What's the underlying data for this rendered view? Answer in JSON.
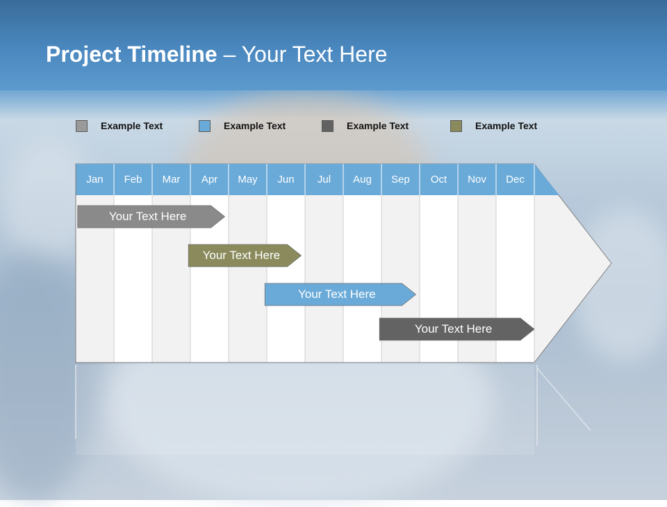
{
  "title": {
    "bold": "Project Timeline",
    "rest": " – Your Text Here"
  },
  "legend": [
    {
      "label": "Example Text",
      "color": "#9a9a9a"
    },
    {
      "label": "Example Text",
      "color": "#6aaad8"
    },
    {
      "label": "Example Text",
      "color": "#626262"
    },
    {
      "label": "Example Text",
      "color": "#8a8a5c"
    }
  ],
  "months": [
    "Jan",
    "Feb",
    "Mar",
    "Apr",
    "May",
    "Jun",
    "Jul",
    "Aug",
    "Sep",
    "Oct",
    "Nov",
    "Dec"
  ],
  "tasks": [
    {
      "label": "Your  Text Here",
      "color": "#8a8a8a",
      "start": 0.05,
      "end": 3.9
    },
    {
      "label": "Your  Text Here",
      "color": "#8a8a5c",
      "start": 2.95,
      "end": 5.9
    },
    {
      "label": "Your  Text Here",
      "color": "#6aaad8",
      "start": 4.95,
      "end": 8.9
    },
    {
      "label": "Your  Text Here",
      "color": "#636363",
      "start": 7.95,
      "end": 12.0
    }
  ],
  "colors": {
    "header": "#6aaad8",
    "band": "#f2f2f2",
    "gridline": "#cfcfcf"
  }
}
